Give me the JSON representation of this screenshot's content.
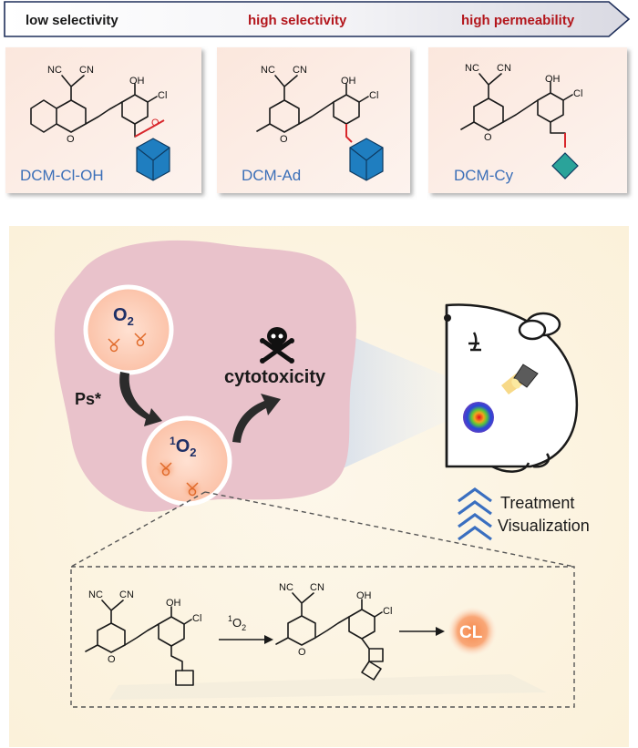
{
  "header": {
    "low": "low selectivity",
    "high_sel": "high selectivity",
    "high_perm": "high permeability"
  },
  "compounds": [
    {
      "name": "DCM-Cl-OH"
    },
    {
      "name": "DCM-Ad"
    },
    {
      "name": "DCM-Cy"
    }
  ],
  "atoms": {
    "nc": "NC",
    "cn": "CN",
    "oh": "OH",
    "cl": "Cl",
    "o": "O"
  },
  "cell": {
    "o2_main": "O",
    "o2_sub": "2",
    "singlet_sup": "1",
    "singlet_main": "O",
    "singlet_sub": "2",
    "ps": "Ps*",
    "cytotox": "cytotoxicity"
  },
  "mouse": {
    "treatment": "Treatment",
    "visualization": "Visualization"
  },
  "reaction": {
    "reagent_sup": "1",
    "reagent_main": "O",
    "reagent_sub": "2",
    "product": "CL"
  },
  "colors": {
    "header_red": "#b3161c",
    "label_blue": "#3b6fb8",
    "cell_pink": "#e9c2cb",
    "bg_cream": "#fdf5e2",
    "chevron_blue": "#3a6fc0"
  }
}
